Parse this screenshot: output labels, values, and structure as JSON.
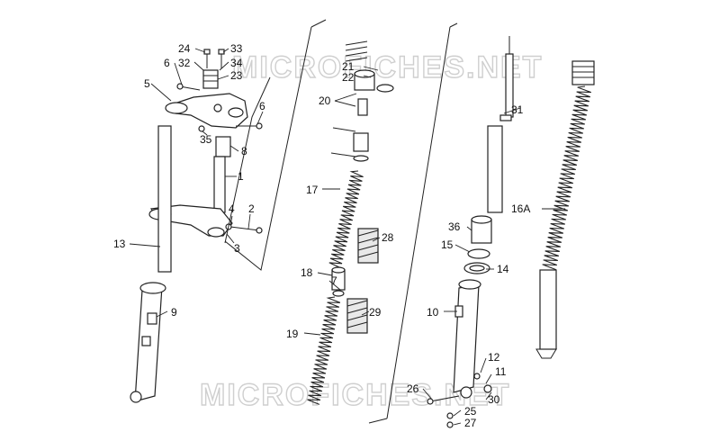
{
  "watermark": {
    "top": "MICROFICHES.NET",
    "bottom": "MICROFICHES.NET"
  },
  "callouts": {
    "p1": "1",
    "p2": "2",
    "p3": "3",
    "p4": "4",
    "p5": "5",
    "p6a": "6",
    "p6b": "6",
    "p7": "7",
    "p8": "8",
    "p9": "9",
    "p10": "10",
    "p11": "11",
    "p12": "12",
    "p13": "13",
    "p14": "14",
    "p15": "15",
    "p16a": "16A",
    "p17": "17",
    "p18": "18",
    "p19": "19",
    "p20": "20",
    "p21": "21",
    "p22": "22",
    "p23": "23",
    "p24": "24",
    "p25": "25",
    "p26": "26",
    "p27": "27",
    "p28": "28",
    "p29": "29",
    "p30": "30",
    "p31": "31",
    "p32": "32",
    "p33": "33",
    "p34": "34",
    "p35": "35",
    "p36": "36"
  }
}
